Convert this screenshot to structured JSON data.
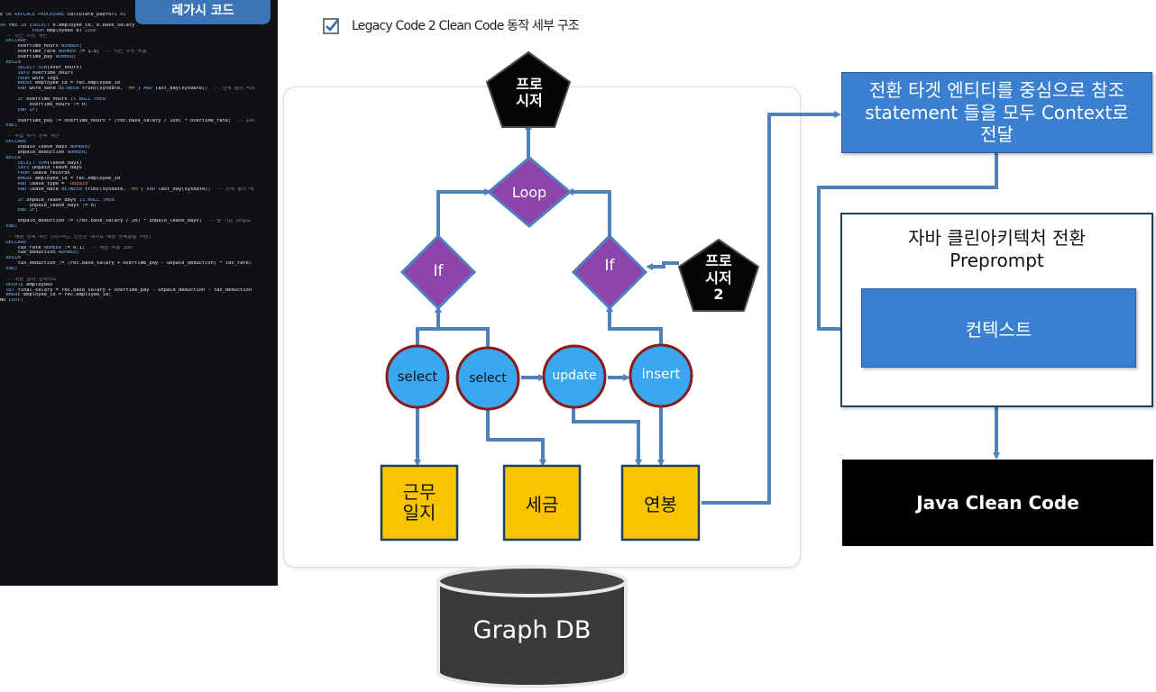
{
  "header": {
    "title": "Legacy Code 2 Clean Code 동작 세부 구조"
  },
  "code_panel": {
    "tab_label": "레가시 코드",
    "lines": [
      "E OR REPLACE PROCEDURE calculate_payroll AS",
      "",
      "OR rec IN (SELECT e.employee_id, e.base_salary",
      "           FROM employees e) LOOP",
      "  -- 야근 수당 계산",
      "  DECLARE",
      "      overtime_hours NUMBER;",
      "      overtime_rate NUMBER := 1.5;  -- 야근 수당 비율",
      "      overtime_pay NUMBER;",
      "  BEGIN",
      "      SELECT SUM(over_hours)",
      "      INTO overtime_hours",
      "      FROM work_logs",
      "      WHERE employee_id = rec.employee_id",
      "      AND work_date BETWEEN trunc(sysdate, 'MM') AND last_day(sysdate);  -- 현재 월의 레코",
      "",
      "      IF overtime_hours IS NULL THEN",
      "          overtime_hours := 0;",
      "      END IF;",
      "",
      "      overtime_pay := overtime_hours * (rec.base_salary / 160) * overtime_rate;  -- 160",
      "  END;",
      "",
      "  -- 무급 휴가 공제 계산",
      "  DECLARE",
      "      unpaid_leave_days NUMBER;",
      "      unpaid_deduction NUMBER;",
      "  BEGIN",
      "      SELECT SUM(leave_days)",
      "      INTO unpaid_leave_days",
      "      FROM leave_records",
      "      WHERE employee_id = rec.employee_id",
      "      AND leave_type = 'Unpaid'",
      "      AND leave_date BETWEEN trunc(sysdate, 'MM') AND last_day(sysdate);  -- 현재 월의 레",
      "",
      "      IF unpaid_leave_days IS NULL THEN",
      "          unpaid_leave_days := 0;",
      "      END IF;",
      "",
      "      unpaid_deduction := (rec.base_salary / 20) * unpaid_leave_days;  -- 월 기준 20일로",
      "  END;",
      "",
      "  -- 세금 공제 계산 (여기서는 간단한 예시로 세금 공제율을 사용)",
      "  DECLARE",
      "      tax_rate NUMBER := 0.1;  -- 세금 비율 10%",
      "      tax_deduction NUMBER;",
      "  BEGIN",
      "      tax_deduction := (rec.base_salary + overtime_pay - unpaid_deduction) * tax_rate;",
      "  END;",
      "",
      "  -- 최종 급여 업데이트",
      "  UPDATE employees",
      "  SET final_salary = rec.base_salary + overtime_pay - unpaid_deduction - tax_deduction",
      "  WHERE employee_id = rec.employee_id;",
      "ND LOOP;"
    ]
  },
  "diagram": {
    "procedure_node": "프로\n시저",
    "procedure2_node": "프로\n시저\n2",
    "loop_node": "Loop",
    "if_left": "If",
    "if_right": "If",
    "select1": "select",
    "select2": "select",
    "update": "update",
    "insert": "insert",
    "table_worklog": "근무\n일지",
    "table_tax": "세금",
    "table_salary": "연봉",
    "graph_db": "Graph DB"
  },
  "right": {
    "target_box": "전환 타겟 엔티티를 중심으로 참조\nstatement 들을 모두 Context로\n전달",
    "arch_title": "자바 클린아키텍처 전환\nPreprompt",
    "context_label": "컨텍스트",
    "java_label": "Java Clean Code"
  },
  "colors": {
    "flow_arrow": "#4f81bd",
    "diamond": "#8e44ad",
    "circle": "#3aa8f0",
    "circle_border": "#8b1a1a",
    "table_box": "#f8c400",
    "blue_box": "#3a7fd0",
    "db": "#3a3a3a"
  }
}
